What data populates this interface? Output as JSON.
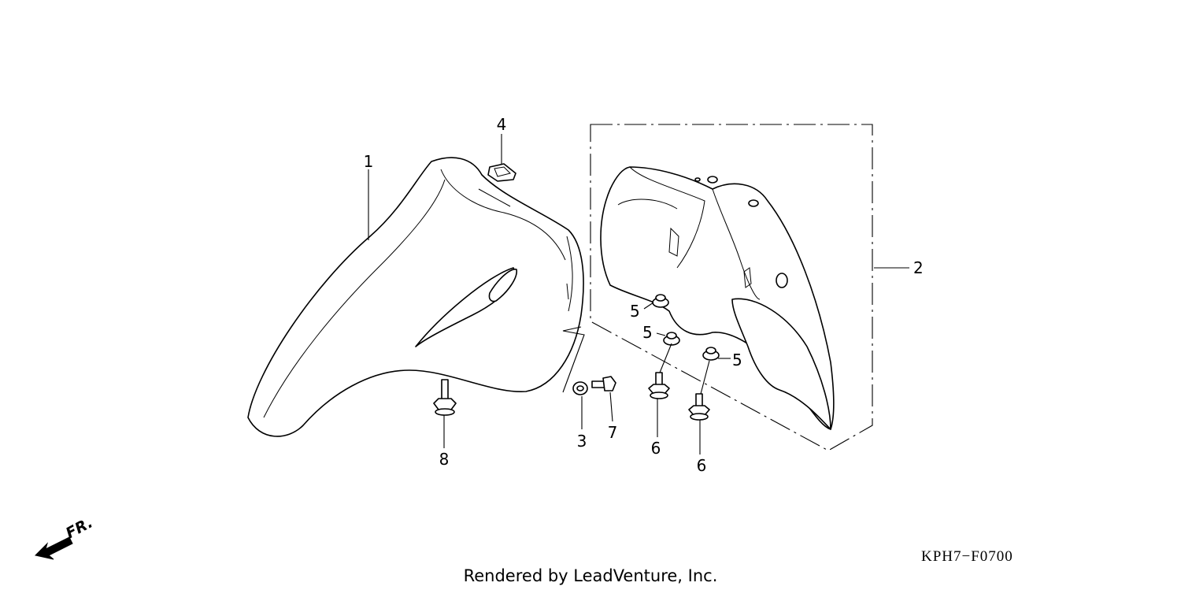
{
  "diagram": {
    "callouts": {
      "c1": "1",
      "c2": "2",
      "c3": "3",
      "c4": "4",
      "c5a": "5",
      "c5b": "5",
      "c5c": "5",
      "c6a": "6",
      "c6b": "6",
      "c7": "7",
      "c8": "8"
    },
    "direction_label": "FR.",
    "diagram_code": "KPH7−F0700",
    "credit": "Rendered by LeadVenture, Inc."
  }
}
